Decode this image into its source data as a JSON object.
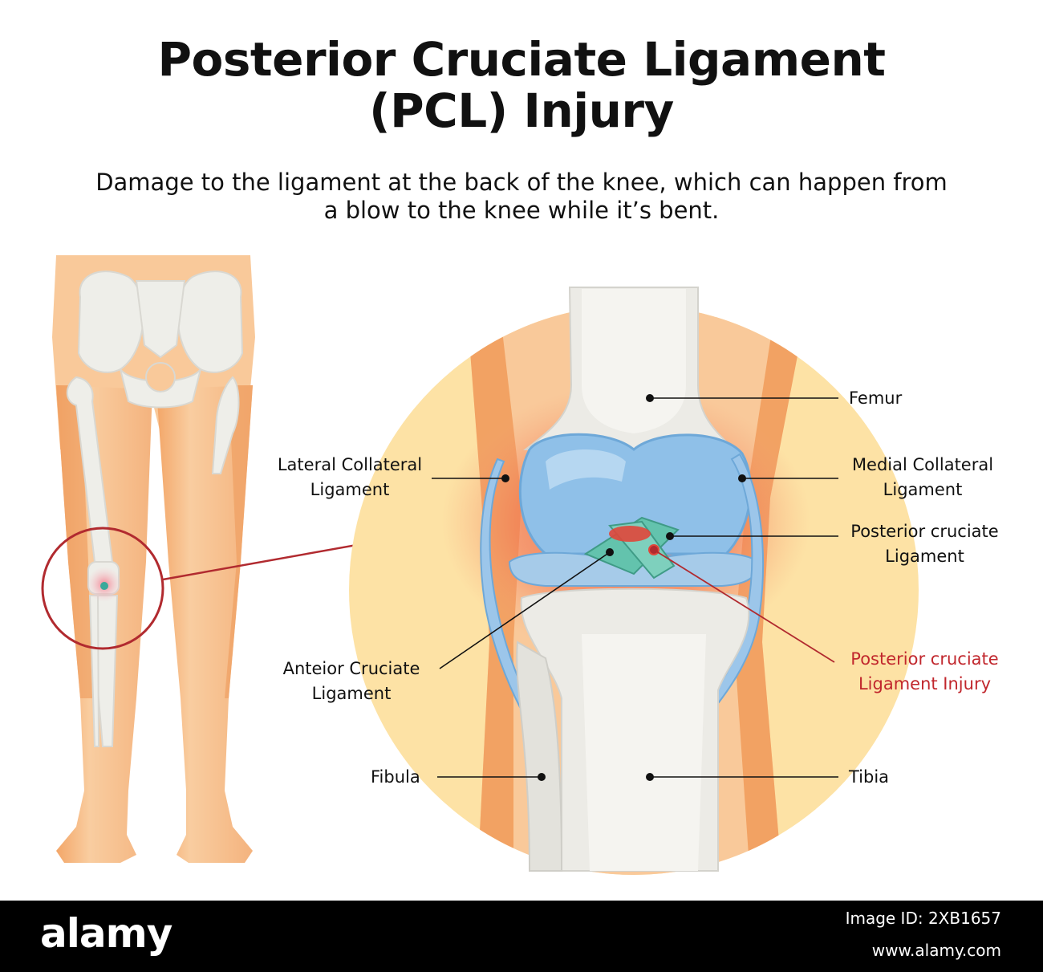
{
  "title": {
    "line1": "Posterior Cruciate Ligament",
    "line2": "(PCL) Injury"
  },
  "subtitle": {
    "line1": "Damage to the ligament at the back of the knee, which can happen from",
    "line2": "a blow to the knee while it’s bent."
  },
  "labels": {
    "femur": "Femur",
    "lateral_collateral": [
      "Lateral Collateral",
      "Ligament"
    ],
    "medial_collateral": [
      "Medial Collateral",
      "Ligament"
    ],
    "posterior_cruciate": [
      "Posterior cruciate",
      "Ligament"
    ],
    "anterior_cruciate": [
      "Anteior Cruciate",
      "Ligament"
    ],
    "pcl_injury": [
      "Posterior cruciate",
      "Ligament Injury"
    ],
    "fibula": "Fibula",
    "tibia": "Tibia"
  },
  "footer": {
    "brand": "alamy",
    "image_id": "Image ID: 2XB1657",
    "url": "www.alamy.com"
  },
  "colors": {
    "skin": "#f9c99a",
    "skin_shade": "#f2a365",
    "bone": "#ecebe6",
    "cartilage": "#8fc0e8",
    "ligament": "#63c3ad",
    "inflammation": "#f07354",
    "circle_bg": "#fde2a5",
    "injury_label": "#c1272d"
  }
}
